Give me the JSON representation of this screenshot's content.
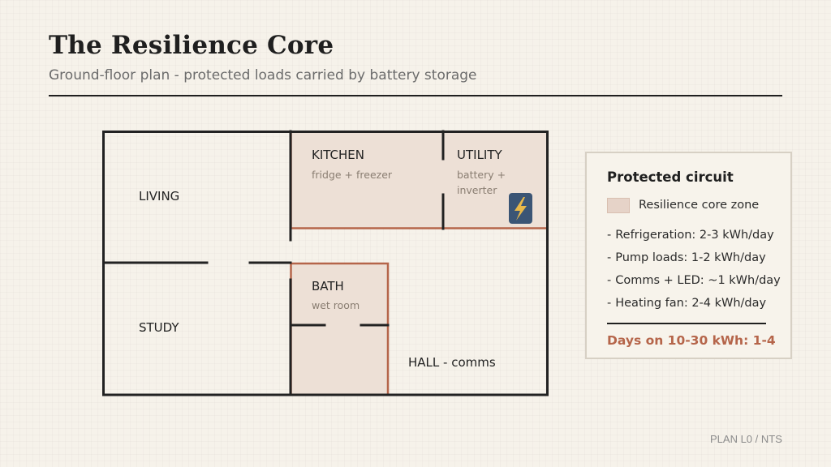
{
  "header": {
    "title": "The Resilience Core",
    "subtitle": "Ground-floor plan - protected loads carried by battery storage"
  },
  "rooms": {
    "living": {
      "name": "LIVING"
    },
    "study": {
      "name": "STUDY"
    },
    "kitchen": {
      "name": "KITCHEN",
      "note": "fridge + freezer"
    },
    "utility": {
      "name": "UTILITY",
      "note_line1": "battery +",
      "note_line2": "inverter"
    },
    "bath": {
      "name": "BATH",
      "note": "wet room"
    },
    "hall": {
      "name": "HALL - comms"
    }
  },
  "icons": {
    "utility": "lightning-bolt-icon"
  },
  "colors": {
    "wall": "#222222",
    "core_fill": "#ede0d6",
    "core_border": "#b5654a",
    "accent": "#b5654a",
    "icon_bg": "#3b5575",
    "icon_bolt": "#e8b84a"
  },
  "legend": {
    "title": "Protected circuit",
    "zone_label": "Resilience core zone",
    "items": [
      "Refrigeration: 2-3 kWh/day",
      "Pump loads: 1-2 kWh/day",
      "Comms + LED: ~1 kWh/day",
      "Heating fan: 2-4 kWh/day"
    ],
    "item_prefix": "-",
    "days": "Days on 10-30 kWh: 1-4"
  },
  "footer": {
    "plan_label": "PLAN L0 / NTS"
  }
}
